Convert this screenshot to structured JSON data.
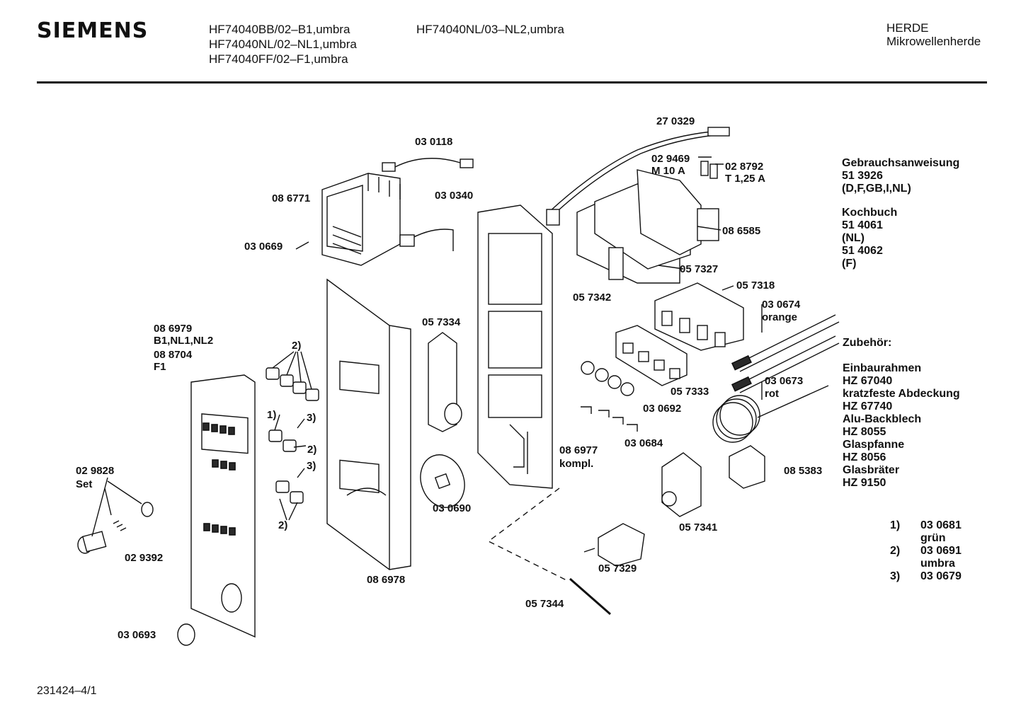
{
  "header": {
    "brand": "SIEMENS",
    "models_col1": [
      "HF74040BB/02–B1,umbra",
      "HF74040NL/02–NL1,umbra",
      "HF74040FF/02–F1,umbra"
    ],
    "models_col2": [
      "HF74040NL/03–NL2,umbra"
    ],
    "category": [
      "HERDE",
      "Mikrowellenherde"
    ]
  },
  "parts": [
    {
      "id": "p270329",
      "text": "27 0329"
    },
    {
      "id": "p030118",
      "text": "03 0118"
    },
    {
      "id": "p029469",
      "text": "02 9469"
    },
    {
      "id": "pm10a",
      "text": "M 10 A"
    },
    {
      "id": "p028792",
      "text": "02 8792"
    },
    {
      "id": "pt125a",
      "text": "T 1,25 A"
    },
    {
      "id": "p086771",
      "text": "08 6771"
    },
    {
      "id": "p030340",
      "text": "03 0340"
    },
    {
      "id": "p086585",
      "text": "08 6585"
    },
    {
      "id": "p030669",
      "text": "03 0669"
    },
    {
      "id": "p057327",
      "text": "05 7327"
    },
    {
      "id": "p057342",
      "text": "05 7342"
    },
    {
      "id": "p057318",
      "text": "05 7318"
    },
    {
      "id": "p030674",
      "text": "03 0674"
    },
    {
      "id": "porange",
      "text": "orange"
    },
    {
      "id": "p086979",
      "text": "08 6979"
    },
    {
      "id": "pb1nl1",
      "text": "B1,NL1,NL2"
    },
    {
      "id": "p088704",
      "text": "08 8704"
    },
    {
      "id": "pf1",
      "text": "F1"
    },
    {
      "id": "p057334",
      "text": "05 7334"
    },
    {
      "id": "pn2a",
      "text": "2)"
    },
    {
      "id": "p057333",
      "text": "05 7333"
    },
    {
      "id": "p030673",
      "text": "03 0673"
    },
    {
      "id": "prot",
      "text": "rot"
    },
    {
      "id": "pn1",
      "text": "1)"
    },
    {
      "id": "pn3a",
      "text": "3)"
    },
    {
      "id": "p030692",
      "text": "03 0692"
    },
    {
      "id": "pn2b",
      "text": "2)"
    },
    {
      "id": "p030684",
      "text": "03 0684"
    },
    {
      "id": "pn3b",
      "text": "3)"
    },
    {
      "id": "p086977",
      "text": "08 6977"
    },
    {
      "id": "pkompl",
      "text": "kompl."
    },
    {
      "id": "p029828",
      "text": "02 9828"
    },
    {
      "id": "pset",
      "text": "Set"
    },
    {
      "id": "p085383",
      "text": "08 5383"
    },
    {
      "id": "pn2c",
      "text": "2)"
    },
    {
      "id": "p030690",
      "text": "03 0690"
    },
    {
      "id": "p057341",
      "text": "05 7341"
    },
    {
      "id": "p029392",
      "text": "02 9392"
    },
    {
      "id": "p057329",
      "text": "05 7329"
    },
    {
      "id": "p086978",
      "text": "08 6978"
    },
    {
      "id": "p057344",
      "text": "05 7344"
    },
    {
      "id": "p030693",
      "text": "03 0693"
    }
  ],
  "sidebar": {
    "manual_title": "Gebrauchsanweisung",
    "manual_lines": [
      "51 3926",
      "(D,F,GB,I,NL)"
    ],
    "cookbook_title": "Kochbuch",
    "cookbook_lines": [
      "51 4061",
      "(NL)",
      "51 4062",
      "(F)"
    ],
    "accessories_title": "Zubehör:",
    "accessories": [
      {
        "name": "Einbaurahmen",
        "code": "HZ 67040"
      },
      {
        "name": "kratzfeste Abdeckung",
        "code": "HZ 67740"
      },
      {
        "name": "Alu-Backblech",
        "code": "HZ 8055"
      },
      {
        "name": "Glaspfanne",
        "code": "HZ 8056"
      },
      {
        "name": "Glasbräter",
        "code": "HZ 9150"
      }
    ]
  },
  "footnotes": [
    {
      "num": "1)",
      "code": "03 0681",
      "color": "grün"
    },
    {
      "num": "2)",
      "code": "03 0691",
      "color": "umbra"
    },
    {
      "num": "3)",
      "code": "03 0679",
      "color": ""
    }
  ],
  "footer": {
    "doc_number": "231424–4/1"
  }
}
